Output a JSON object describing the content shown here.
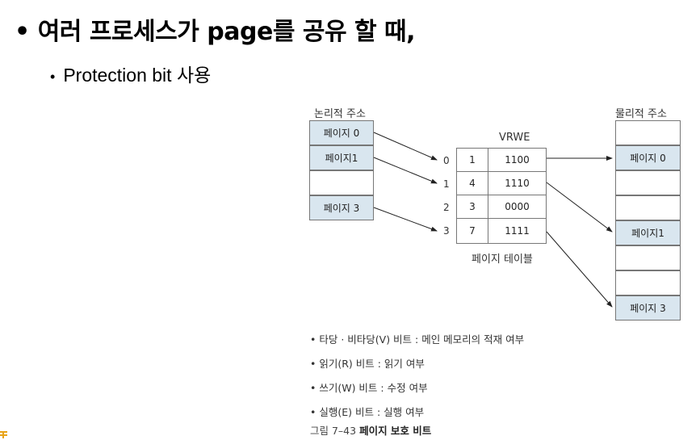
{
  "heading": {
    "bullet": "•",
    "title": "여러 프로세스가 page를 공유 할 때,",
    "sub_bullet": "•",
    "subtitle": "Protection bit 사용"
  },
  "diagram": {
    "logical_label": "논리적 주소",
    "physical_label": "물리적 주소",
    "vrwe_label": "VRWE",
    "page_table_label": "페이지 테이블",
    "logical_pages": [
      "페이지 0",
      "페이지1",
      "",
      "페이지 3"
    ],
    "table_rows": [
      {
        "index": "0",
        "frame": "1",
        "bits": "1100"
      },
      {
        "index": "1",
        "frame": "4",
        "bits": "1110"
      },
      {
        "index": "2",
        "frame": "3",
        "bits": "0000"
      },
      {
        "index": "3",
        "frame": "7",
        "bits": "1111"
      }
    ],
    "physical_frames": [
      "",
      "페이지 0",
      "",
      "",
      "페이지1",
      "",
      "",
      "페이지 3"
    ],
    "notes": [
      "• 타당 · 비타당(V) 비트 : 메인 메모리의 적재 여부",
      "• 읽기(R) 비트 : 읽기 여부",
      "• 쓰기(W) 비트 : 수정 여부",
      "• 실행(E) 비트 : 실행 여부"
    ],
    "caption_prefix": "그림 7–43 ",
    "caption_title": "페이지 보호 비트"
  }
}
